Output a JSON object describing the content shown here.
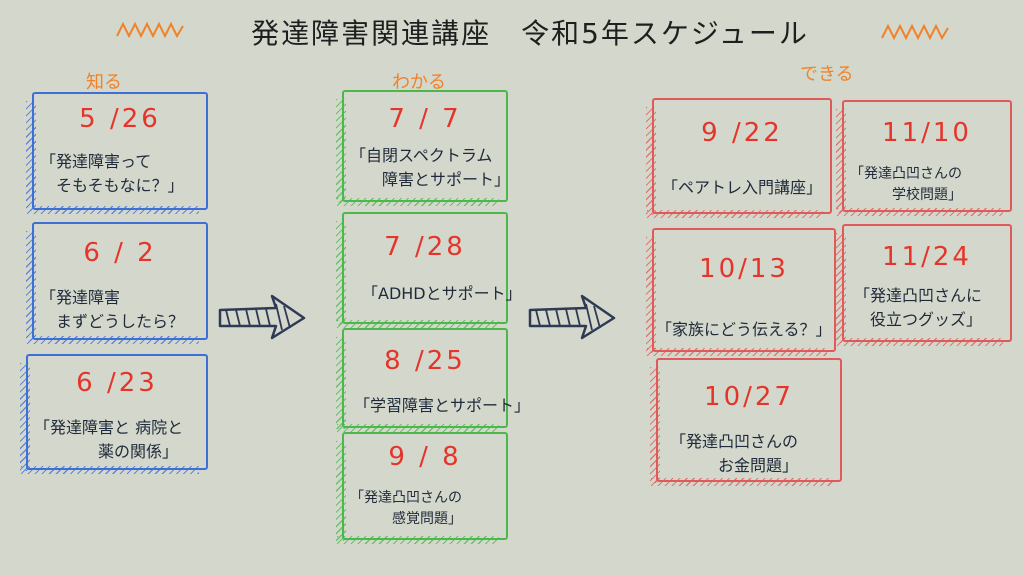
{
  "title": "発達障害関連講座　令和5年スケジュール",
  "columns": [
    {
      "heading": "知る",
      "color": "#3d6fd6",
      "sessions": [
        {
          "date": "5 /26",
          "description": "「発達障害って\n　そもそもなに？」"
        },
        {
          "date": "6 / 2",
          "description": "「発達障害\n　まずどうしたら？"
        },
        {
          "date": "6 /23",
          "description": "「発達障害と 病院と\n　　　　薬の関係」"
        }
      ]
    },
    {
      "heading": "わかる",
      "color": "#4ab84a",
      "sessions": [
        {
          "date": "7 / 7",
          "description": "「自閉スペクトラム\n　　障害とサポート」"
        },
        {
          "date": "7 /28",
          "description": "「ADHDとサポート」"
        },
        {
          "date": "8 /25",
          "description": "「学習障害とサポート」"
        },
        {
          "date": "9 / 8",
          "description": "「発達凸凹さんの\n　　　感覚問題」"
        }
      ]
    },
    {
      "heading": "できる",
      "color": "#e05a5a",
      "sessions": [
        {
          "date": "9 /22",
          "description": "「ペアトレ入門講座」"
        },
        {
          "date": "11/10",
          "description": "「発達凸凹さんの\n　　　学校問題」"
        },
        {
          "date": "10/13",
          "description": "「家族にどう伝える？」"
        },
        {
          "date": "11/24",
          "description": "「発達凸凹さんに\n　役立つグッズ」"
        },
        {
          "date": "10/27",
          "description": "「発達凸凹さんの\n　　　お金問題」"
        }
      ]
    }
  ],
  "colors": {
    "background": "#d4d8cc",
    "date": "#e5352b",
    "heading": "#f0822a",
    "arrow": "#2f3a55"
  }
}
